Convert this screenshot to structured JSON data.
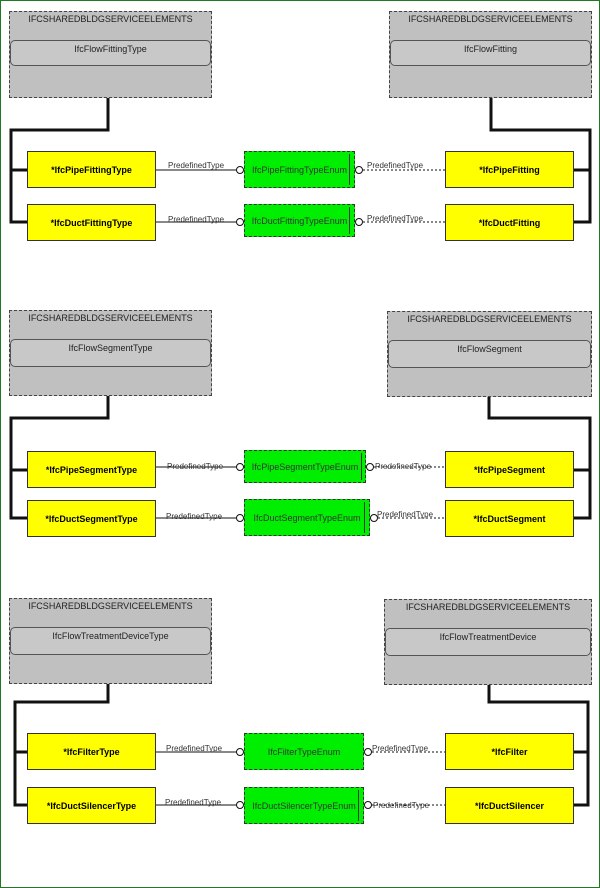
{
  "colors": {
    "entity": "#ffff00",
    "enum": "#00ee00",
    "schema": "#c0c0c0",
    "frame": "#1f7a1f"
  },
  "groups": [
    {
      "type_schema": {
        "schema": "IFCSHAREDBLDGSERVICEELEMENTS",
        "entity": "IfcFlowFittingType"
      },
      "occ_schema": {
        "schema": "IFCSHAREDBLDGSERVICEELEMENTS",
        "entity": "IfcFlowFitting"
      },
      "rows": [
        {
          "type_entity": "*IfcPipeFittingType",
          "enum": "IfcPipeFittingTypeEnum",
          "occ_entity": "*IfcPipeFitting",
          "left_label": "PredefinedType",
          "right_label": "PredefinedType"
        },
        {
          "type_entity": "*IfcDuctFittingType",
          "enum": "IfcDuctFittingTypeEnum",
          "occ_entity": "*IfcDuctFitting",
          "left_label": "PredefinedType",
          "right_label": "PredefinedType"
        }
      ]
    },
    {
      "type_schema": {
        "schema": "IFCSHAREDBLDGSERVICEELEMENTS",
        "entity": "IfcFlowSegmentType"
      },
      "occ_schema": {
        "schema": "IFCSHAREDBLDGSERVICEELEMENTS",
        "entity": "IfcFlowSegment"
      },
      "rows": [
        {
          "type_entity": "*IfcPipeSegmentType",
          "enum": "IfcPipeSegmentTypeEnum",
          "occ_entity": "*IfcPipeSegment",
          "left_label": "PredefinedType",
          "right_label": "PredefinedType"
        },
        {
          "type_entity": "*IfcDuctSegmentType",
          "enum": "IfcDuctSegmentTypeEnum",
          "occ_entity": "*IfcDuctSegment",
          "left_label": "PredefinedType",
          "right_label": "PredefinedType"
        }
      ]
    },
    {
      "type_schema": {
        "schema": "IFCSHAREDBLDGSERVICEELEMENTS",
        "entity": "IfcFlowTreatmentDeviceType"
      },
      "occ_schema": {
        "schema": "IFCSHAREDBLDGSERVICEELEMENTS",
        "entity": "IfcFlowTreatmentDevice"
      },
      "rows": [
        {
          "type_entity": "*IfcFilterType",
          "enum": "IfcFilterTypeEnum",
          "occ_entity": "*IfcFilter",
          "left_label": "PredefinedType",
          "right_label": "PredefinedType"
        },
        {
          "type_entity": "*IfcDuctSilencerType",
          "enum": "IfcDuctSilencerTypeEnum",
          "occ_entity": "*IfcDuctSilencer",
          "left_label": "PredefinedType",
          "right_label": "PredefinedType"
        }
      ]
    }
  ]
}
